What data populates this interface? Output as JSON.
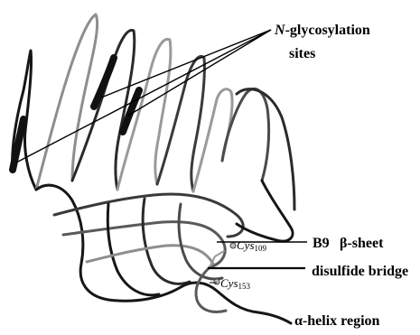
{
  "labels": {
    "glyco_prefix": "N",
    "glyco_suffix": "-glycosylation",
    "glyco_line2": "sites",
    "b9": "B9",
    "beta": "β-sheet",
    "disulfide": "disulfide bridge",
    "helix": "α-helix region"
  },
  "cys1": {
    "name": "Cys",
    "num": "109"
  },
  "cys2": {
    "name": "Cys",
    "num": "153"
  },
  "colors": {
    "ribbon_dark": "#161616",
    "ribbon_gray": "#9a9a9a",
    "ribbon_mid": "#5a5a5a",
    "text": "#000000"
  }
}
